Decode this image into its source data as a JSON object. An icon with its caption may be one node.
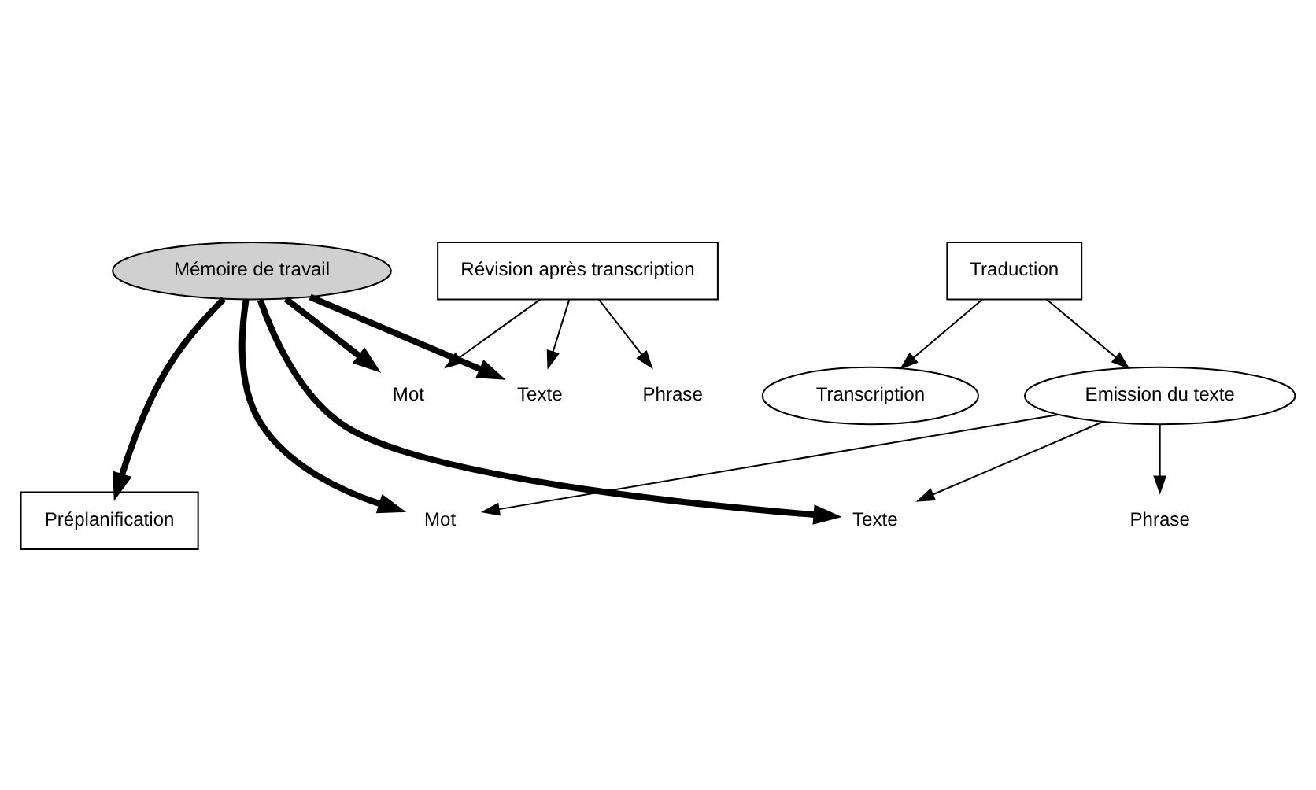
{
  "diagram": {
    "nodes": [
      {
        "text": [
          "Mémoire de travail"
        ]
      },
      {
        "text": [
          "Traduction"
        ]
      },
      {
        "text": [
          "Transcription"
        ]
      },
      {
        "text": [
          "Emission du texte"
        ]
      },
      {
        "text": [
          "Mot"
        ]
      },
      {
        "text": [
          "Phrase"
        ]
      },
      {
        "text": [
          "Texte"
        ]
      },
      {
        "text": [
          "Préplanification"
        ]
      },
      {
        "text": [
          "Révision après transcription"
        ]
      },
      {
        "text": [
          "Mot"
        ]
      },
      {
        "text": [
          "Phrase"
        ]
      },
      {
        "text": [
          "Texte"
        ]
      }
    ],
    "edges": [
      {
        "from": 0,
        "to": 7,
        "arrow": "to",
        "style": "thick"
      },
      {
        "from": 0,
        "to": 4,
        "arrow": "to",
        "style": "thick"
      },
      {
        "from": 0,
        "to": 6,
        "arrow": "to",
        "style": "thick"
      },
      {
        "from": 0,
        "to": 9,
        "arrow": "to",
        "style": "thick"
      },
      {
        "from": 0,
        "to": 11,
        "arrow": "to",
        "style": "thick"
      },
      {
        "from": 1,
        "to": 2,
        "arrow": "to"
      },
      {
        "from": 1,
        "to": 3,
        "arrow": "to"
      },
      {
        "from": 3,
        "to": 4,
        "arrow": "to"
      },
      {
        "from": 3,
        "to": 5,
        "arrow": "to"
      },
      {
        "from": 3,
        "to": 6,
        "arrow": "to"
      },
      {
        "from": 8,
        "to": 9,
        "arrow": "to"
      },
      {
        "from": 8,
        "to": 10,
        "arrow": "to"
      },
      {
        "from": 8,
        "to": 11,
        "arrow": "to"
      }
    ]
  }
}
